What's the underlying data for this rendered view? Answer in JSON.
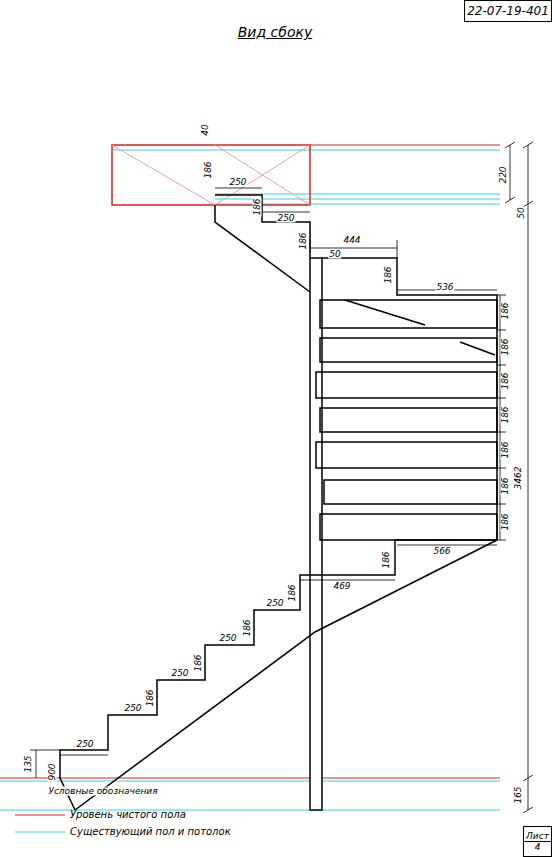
{
  "diagram": {
    "title": "Вид сбоку",
    "nodes": [
      {
        "text": [
          "22-07-19-401"
        ]
      },
      {
        "text": [
          "Лист",
          "4"
        ]
      }
    ],
    "labels": [
      "40",
      "186",
      "250",
      "186",
      "250",
      "186",
      "444",
      "50",
      "186",
      "536",
      "186",
      "186",
      "186",
      "186",
      "186",
      "186",
      "186",
      "566",
      "186",
      "469",
      "186",
      "250",
      "186",
      "250",
      "186",
      "250",
      "186",
      "250",
      "250",
      "135",
      "900",
      "220",
      "50",
      "3462",
      "165",
      "Условные обозначения"
    ],
    "legend": [
      {
        "text": "Уровень чистого пола"
      },
      {
        "text": "Существующий пол и потолок"
      }
    ]
  }
}
